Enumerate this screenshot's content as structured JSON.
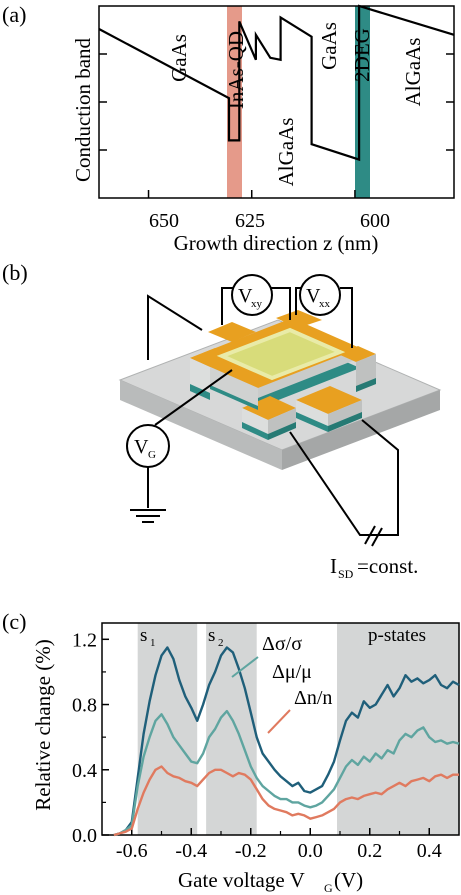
{
  "panel_a": {
    "tag": "(a)",
    "ylabel": "Conduction band",
    "xlabel": "Growth direction z (nm)",
    "layer_labels": [
      "GaAs",
      "InAs-QD",
      "AlGaAs",
      "GaAs",
      "2DEG",
      "AlGaAs"
    ],
    "ticks": [
      "650",
      "625",
      "600"
    ],
    "colors": {
      "qd_band": "#e59a8a",
      "tdeg_band": "#2e8b85"
    }
  },
  "panel_b": {
    "tag": "(b)",
    "vxy_main": "V",
    "vxy_sub": "xy",
    "vxx_main": "V",
    "vxx_sub": "xx",
    "vg_main": "V",
    "vg_sub": "G",
    "isd_main": "I",
    "isd_sub": "SD",
    "isd_rest": "=const.",
    "colors": {
      "contact": "#e8a020",
      "gate": "#d8dc7a",
      "mesa": "#c8cac8",
      "layer": "#2e8b85"
    }
  },
  "panel_c": {
    "tag": "(c)",
    "ylabel": "Relative change (%)",
    "xlabel_main": "Gate voltage V",
    "xlabel_sub": "G",
    "xlabel_unit": " (V)",
    "band_labels": {
      "s1_main": "s",
      "s1_sub": "1",
      "s2_main": "s",
      "s2_sub": "2",
      "p": "p-states"
    },
    "colors": {
      "sigma": "#1f5f7a",
      "mu": "#5fa5a0",
      "n": "#e07a5f",
      "band": "#d4d6d6"
    }
  },
  "chart_data": [
    {
      "type": "line",
      "panel": "a",
      "xlabel": "Growth direction z (nm)",
      "ylabel": "Conduction band",
      "xlim": [
        662,
        576
      ],
      "x_ticks": [
        650,
        625,
        600
      ],
      "series": [
        {
          "x": [
            662,
            630.5,
            630.5,
            628,
            628,
            624,
            624,
            620.5,
            618,
            618,
            610.5,
            610.5,
            599,
            599,
            576
          ],
          "y": [
            0.88,
            0.52,
            0.3,
            0.3,
            0.92,
            0.72,
            0.85,
            0.73,
            0.72,
            0.94,
            0.84,
            0.28,
            0.2,
            1.0,
            0.85
          ]
        }
      ]
    },
    {
      "type": "line",
      "panel": "c",
      "xlabel": "Gate voltage V_G (V)",
      "ylabel": "Relative change (%)",
      "xlim": [
        -0.7,
        0.5
      ],
      "ylim": [
        0,
        1.3
      ],
      "x_ticks": [
        -0.6,
        -0.4,
        -0.2,
        0.0,
        0.2,
        0.4
      ],
      "y_ticks": [
        0.0,
        0.4,
        0.8,
        1.2
      ],
      "shaded_x": [
        [
          -0.58,
          -0.38
        ],
        [
          -0.35,
          -0.18
        ],
        [
          0.09,
          0.5
        ]
      ],
      "series": [
        {
          "name": "Δσ/σ",
          "x": [
            -0.66,
            -0.64,
            -0.62,
            -0.6,
            -0.58,
            -0.56,
            -0.54,
            -0.52,
            -0.5,
            -0.48,
            -0.46,
            -0.44,
            -0.42,
            -0.4,
            -0.38,
            -0.36,
            -0.34,
            -0.32,
            -0.3,
            -0.28,
            -0.26,
            -0.24,
            -0.22,
            -0.2,
            -0.18,
            -0.16,
            -0.14,
            -0.12,
            -0.1,
            -0.08,
            -0.06,
            -0.04,
            -0.02,
            0.0,
            0.02,
            0.04,
            0.06,
            0.08,
            0.1,
            0.12,
            0.14,
            0.16,
            0.18,
            0.2,
            0.22,
            0.24,
            0.26,
            0.28,
            0.3,
            0.32,
            0.34,
            0.36,
            0.38,
            0.4,
            0.42,
            0.44,
            0.46,
            0.48,
            0.5
          ],
          "y": [
            0.0,
            0.01,
            0.03,
            0.08,
            0.35,
            0.62,
            0.82,
            0.98,
            1.1,
            1.15,
            1.08,
            0.95,
            0.85,
            0.78,
            0.7,
            0.8,
            0.92,
            1.0,
            1.1,
            1.15,
            1.12,
            1.02,
            0.9,
            0.75,
            0.6,
            0.5,
            0.45,
            0.4,
            0.36,
            0.33,
            0.3,
            0.32,
            0.27,
            0.26,
            0.28,
            0.3,
            0.37,
            0.45,
            0.58,
            0.7,
            0.75,
            0.72,
            0.82,
            0.78,
            0.8,
            0.86,
            0.92,
            0.85,
            0.9,
            0.98,
            0.94,
            0.96,
            0.93,
            0.95,
            0.98,
            0.92,
            0.9,
            0.94,
            0.92
          ]
        },
        {
          "name": "Δμ/μ",
          "x": [
            -0.66,
            -0.64,
            -0.62,
            -0.6,
            -0.58,
            -0.56,
            -0.54,
            -0.52,
            -0.5,
            -0.48,
            -0.46,
            -0.44,
            -0.42,
            -0.4,
            -0.38,
            -0.36,
            -0.34,
            -0.32,
            -0.3,
            -0.28,
            -0.26,
            -0.24,
            -0.22,
            -0.2,
            -0.18,
            -0.16,
            -0.14,
            -0.12,
            -0.1,
            -0.08,
            -0.06,
            -0.04,
            -0.02,
            0.0,
            0.02,
            0.04,
            0.06,
            0.08,
            0.1,
            0.12,
            0.14,
            0.16,
            0.18,
            0.2,
            0.22,
            0.24,
            0.26,
            0.28,
            0.3,
            0.32,
            0.34,
            0.36,
            0.38,
            0.4,
            0.42,
            0.44,
            0.46,
            0.48,
            0.5
          ],
          "y": [
            0.0,
            0.01,
            0.03,
            0.06,
            0.3,
            0.48,
            0.6,
            0.7,
            0.74,
            0.68,
            0.6,
            0.55,
            0.5,
            0.45,
            0.44,
            0.5,
            0.6,
            0.65,
            0.72,
            0.76,
            0.7,
            0.62,
            0.52,
            0.42,
            0.35,
            0.3,
            0.27,
            0.24,
            0.22,
            0.22,
            0.2,
            0.2,
            0.18,
            0.17,
            0.18,
            0.2,
            0.24,
            0.28,
            0.35,
            0.42,
            0.46,
            0.43,
            0.48,
            0.45,
            0.5,
            0.47,
            0.52,
            0.5,
            0.58,
            0.62,
            0.6,
            0.64,
            0.66,
            0.6,
            0.57,
            0.58,
            0.56,
            0.57,
            0.56
          ]
        },
        {
          "name": "Δn/n",
          "x": [
            -0.66,
            -0.64,
            -0.62,
            -0.6,
            -0.58,
            -0.56,
            -0.54,
            -0.52,
            -0.5,
            -0.48,
            -0.46,
            -0.44,
            -0.42,
            -0.4,
            -0.38,
            -0.36,
            -0.34,
            -0.32,
            -0.3,
            -0.28,
            -0.26,
            -0.24,
            -0.22,
            -0.2,
            -0.18,
            -0.16,
            -0.14,
            -0.12,
            -0.1,
            -0.08,
            -0.06,
            -0.04,
            -0.02,
            0.0,
            0.02,
            0.04,
            0.06,
            0.08,
            0.1,
            0.12,
            0.14,
            0.16,
            0.18,
            0.2,
            0.22,
            0.24,
            0.26,
            0.28,
            0.3,
            0.32,
            0.34,
            0.36,
            0.38,
            0.4,
            0.42,
            0.44,
            0.46,
            0.48,
            0.5
          ],
          "y": [
            0.0,
            0.01,
            0.02,
            0.04,
            0.16,
            0.26,
            0.34,
            0.4,
            0.42,
            0.38,
            0.36,
            0.35,
            0.33,
            0.32,
            0.3,
            0.34,
            0.38,
            0.4,
            0.4,
            0.38,
            0.36,
            0.38,
            0.37,
            0.34,
            0.28,
            0.22,
            0.18,
            0.16,
            0.15,
            0.14,
            0.12,
            0.13,
            0.12,
            0.1,
            0.11,
            0.12,
            0.14,
            0.16,
            0.2,
            0.22,
            0.23,
            0.22,
            0.24,
            0.25,
            0.26,
            0.25,
            0.28,
            0.3,
            0.32,
            0.3,
            0.33,
            0.34,
            0.35,
            0.33,
            0.36,
            0.37,
            0.35,
            0.37,
            0.37
          ]
        }
      ]
    }
  ]
}
